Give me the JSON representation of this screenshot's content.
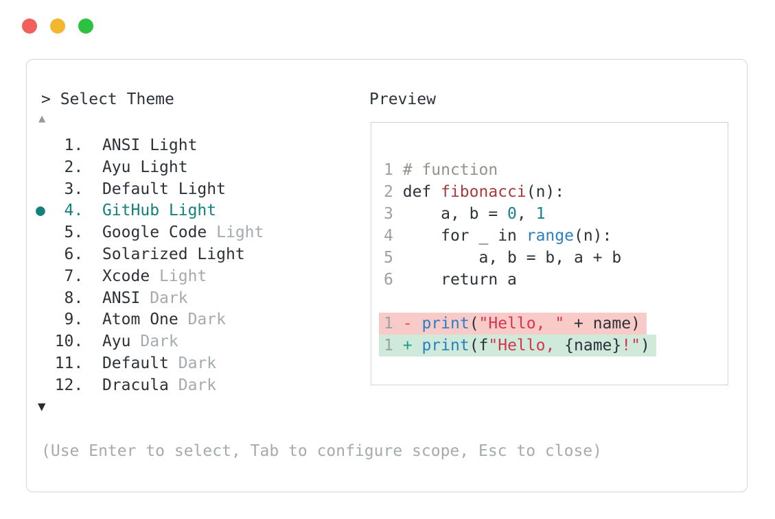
{
  "window": {
    "traffic_lights": [
      {
        "name": "close",
        "color": "#F1605A"
      },
      {
        "name": "minimize",
        "color": "#F3B62F"
      },
      {
        "name": "maximize",
        "color": "#2BC240"
      }
    ]
  },
  "colors": {
    "text-dark": "#2C3238",
    "text-muted": "#A5AAAE",
    "accent-teal": "#15807B",
    "panel-border": "#D6D6D6",
    "preview-border": "#D3D3D3",
    "lineno-gray": "#9BA0A5",
    "comment-green": "#8D968A",
    "function-red": "#A53B3B",
    "number-teal": "#13818D",
    "call-blue": "#2B7FC0",
    "string-red": "#D8354D",
    "diff-minus-red": "#D94A52",
    "diff-plus-teal": "#1F9A8E",
    "removed-bg": "#F9CBC8",
    "added-bg": "#CFE9DA",
    "scroll-up-gray": "#95999D",
    "scroll-down-dark": "#262B31"
  },
  "picker": {
    "prompt": "> Select Theme",
    "scroll_up": "▲",
    "scroll_down": "▼",
    "selected_bullet": "●",
    "items": [
      {
        "number": "1.",
        "name": "ANSI Light",
        "muted_suffix": "",
        "selected": false
      },
      {
        "number": "2.",
        "name": "Ayu Light",
        "muted_suffix": "",
        "selected": false
      },
      {
        "number": "3.",
        "name": "Default Light",
        "muted_suffix": "",
        "selected": false
      },
      {
        "number": "4.",
        "name": "GitHub Light",
        "muted_suffix": "",
        "selected": true
      },
      {
        "number": "5.",
        "name": "Google Code",
        "muted_suffix": "Light",
        "selected": false
      },
      {
        "number": "6.",
        "name": "Solarized Light",
        "muted_suffix": "",
        "selected": false
      },
      {
        "number": "7.",
        "name": "Xcode",
        "muted_suffix": "Light",
        "selected": false
      },
      {
        "number": "8.",
        "name": "ANSI",
        "muted_suffix": "Dark",
        "selected": false
      },
      {
        "number": "9.",
        "name": "Atom One",
        "muted_suffix": "Dark",
        "selected": false
      },
      {
        "number": "10.",
        "name": "Ayu",
        "muted_suffix": "Dark",
        "selected": false
      },
      {
        "number": "11.",
        "name": "Default",
        "muted_suffix": "Dark",
        "selected": false
      },
      {
        "number": "12.",
        "name": "Dracula",
        "muted_suffix": "Dark",
        "selected": false
      }
    ],
    "footer_hint": "(Use Enter to select, Tab to configure scope, Esc to close)"
  },
  "preview": {
    "label": "Preview",
    "code": {
      "lines": [
        {
          "no": "1",
          "tokens": [
            {
              "text": "# function",
              "style": "comment"
            }
          ]
        },
        {
          "no": "2",
          "tokens": [
            {
              "text": "def ",
              "style": "plain"
            },
            {
              "text": "fibonacci",
              "style": "function"
            },
            {
              "text": "(n):",
              "style": "plain"
            }
          ]
        },
        {
          "no": "3",
          "tokens": [
            {
              "text": "    a, b = ",
              "style": "plain"
            },
            {
              "text": "0",
              "style": "number"
            },
            {
              "text": ", ",
              "style": "plain"
            },
            {
              "text": "1",
              "style": "number"
            }
          ]
        },
        {
          "no": "4",
          "tokens": [
            {
              "text": "    for _ in ",
              "style": "plain"
            },
            {
              "text": "range",
              "style": "call"
            },
            {
              "text": "(n):",
              "style": "plain"
            }
          ]
        },
        {
          "no": "5",
          "tokens": [
            {
              "text": "        a, b = b, a + b",
              "style": "plain"
            }
          ]
        },
        {
          "no": "6",
          "tokens": [
            {
              "text": "    return a",
              "style": "plain"
            }
          ]
        }
      ],
      "diff": [
        {
          "no": "1",
          "sign": "-",
          "kind": "removed",
          "tokens": [
            {
              "text": "print",
              "style": "call"
            },
            {
              "text": "(",
              "style": "plain"
            },
            {
              "text": "\"Hello, \"",
              "style": "string"
            },
            {
              "text": " + name)",
              "style": "plain"
            }
          ]
        },
        {
          "no": "1",
          "sign": "+",
          "kind": "added",
          "tokens": [
            {
              "text": "print",
              "style": "call"
            },
            {
              "text": "(f",
              "style": "plain"
            },
            {
              "text": "\"Hello, ",
              "style": "string"
            },
            {
              "text": "{name}",
              "style": "plain"
            },
            {
              "text": "!\"",
              "style": "string"
            },
            {
              "text": ")",
              "style": "plain"
            }
          ]
        }
      ]
    }
  }
}
